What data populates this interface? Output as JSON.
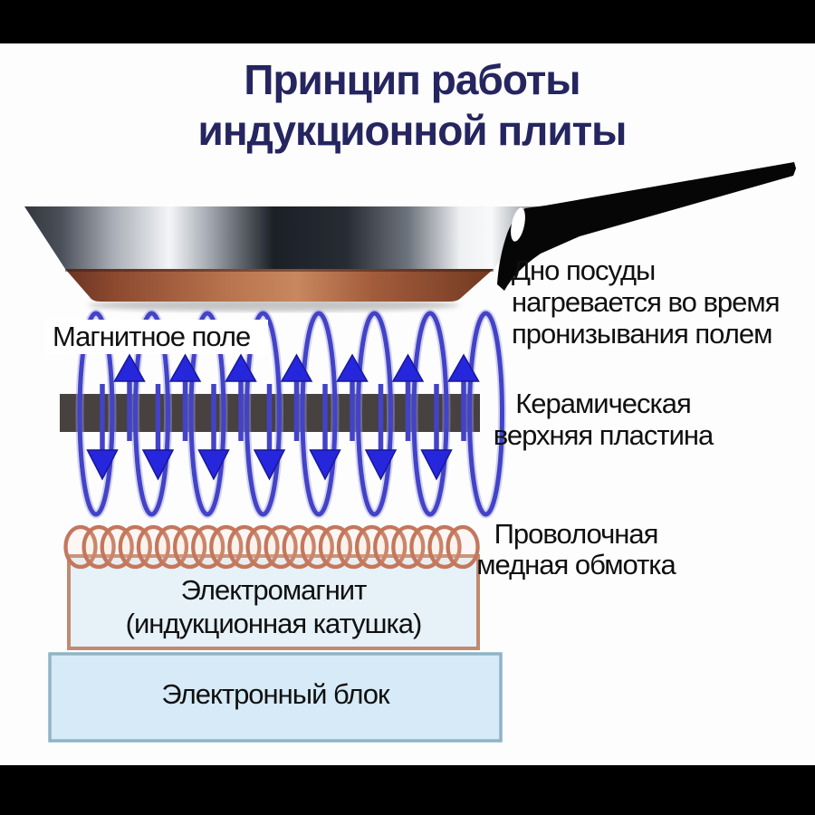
{
  "title": {
    "line1": "Принцип работы",
    "line2": "индукционной плиты"
  },
  "annotations": {
    "pan_bottom": {
      "line1": "Дно посуды",
      "line2": "нагревается во время",
      "line3": "пронизывания полем"
    },
    "magnetic_field": "Магнитное поле",
    "ceramic_plate": {
      "line1": "Керамическая",
      "line2": "верхняя пластина"
    },
    "copper_winding": {
      "line1": "Проволочная",
      "line2": "медная обмотка"
    }
  },
  "components": {
    "electromagnet": {
      "line1": "Электромагнит",
      "line2": "(индукционная катушка)"
    },
    "electronic_unit": {
      "label": "Электронный блок"
    }
  },
  "colors": {
    "title_navy": "#252560",
    "label_black": "#101010",
    "field_blue": "#4343c8",
    "field_halo": "#9d9ddf",
    "arrow_fill": "#2626dd",
    "arrow_outline": "#17179a",
    "ceramic_bar": "#474140",
    "coil_copper": "#c4775c",
    "electromagnet_fill": "#e6f1f8",
    "electromagnet_border": "#c08a70",
    "electronic_fill": "#d6eaf7",
    "electronic_border": "#90b4c6",
    "pan_copper_mid": "#b5714c",
    "letterbox": "#000000"
  }
}
